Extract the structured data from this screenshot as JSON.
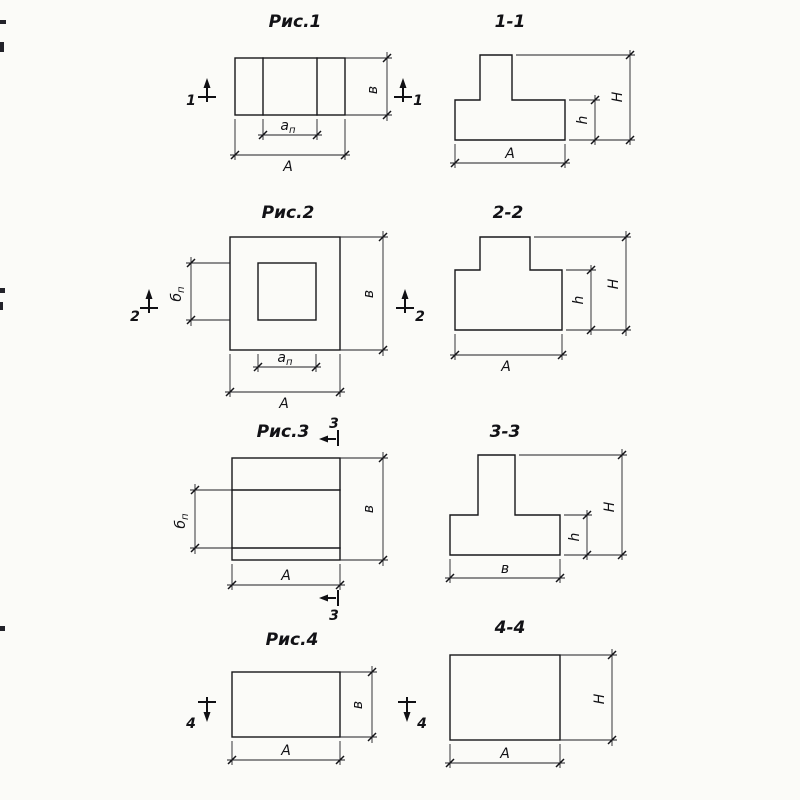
{
  "figures": {
    "fig1": {
      "plan_title": "Рис.1",
      "section_title": "1-1",
      "cut_number": "1",
      "plan_dims": {
        "inner_width_base": "а",
        "inner_width_sub": "п",
        "width": "А",
        "depth": "в"
      },
      "section_dims": {
        "width": "А",
        "base_height": "h",
        "total_height": "Н"
      }
    },
    "fig2": {
      "plan_title": "Рис.2",
      "section_title": "2-2",
      "cut_number": "2",
      "plan_dims": {
        "inner_width_base": "а",
        "inner_width_sub": "п",
        "inner_depth_base": "б",
        "inner_depth_sub": "п",
        "width": "А",
        "depth": "в"
      },
      "section_dims": {
        "width": "А",
        "base_height": "h",
        "total_height": "Н"
      }
    },
    "fig3": {
      "plan_title": "Рис.3",
      "section_title": "3-3",
      "cut_number": "3",
      "plan_dims": {
        "inner_depth_base": "б",
        "inner_depth_sub": "п",
        "width": "А",
        "depth": "в"
      },
      "section_dims": {
        "width": "в",
        "base_height": "h",
        "total_height": "Н"
      }
    },
    "fig4": {
      "plan_title": "Рис.4",
      "section_title": "4-4",
      "cut_number": "4",
      "plan_dims": {
        "width": "А",
        "depth": "в"
      },
      "section_dims": {
        "width": "А",
        "total_height": "Н"
      }
    }
  }
}
